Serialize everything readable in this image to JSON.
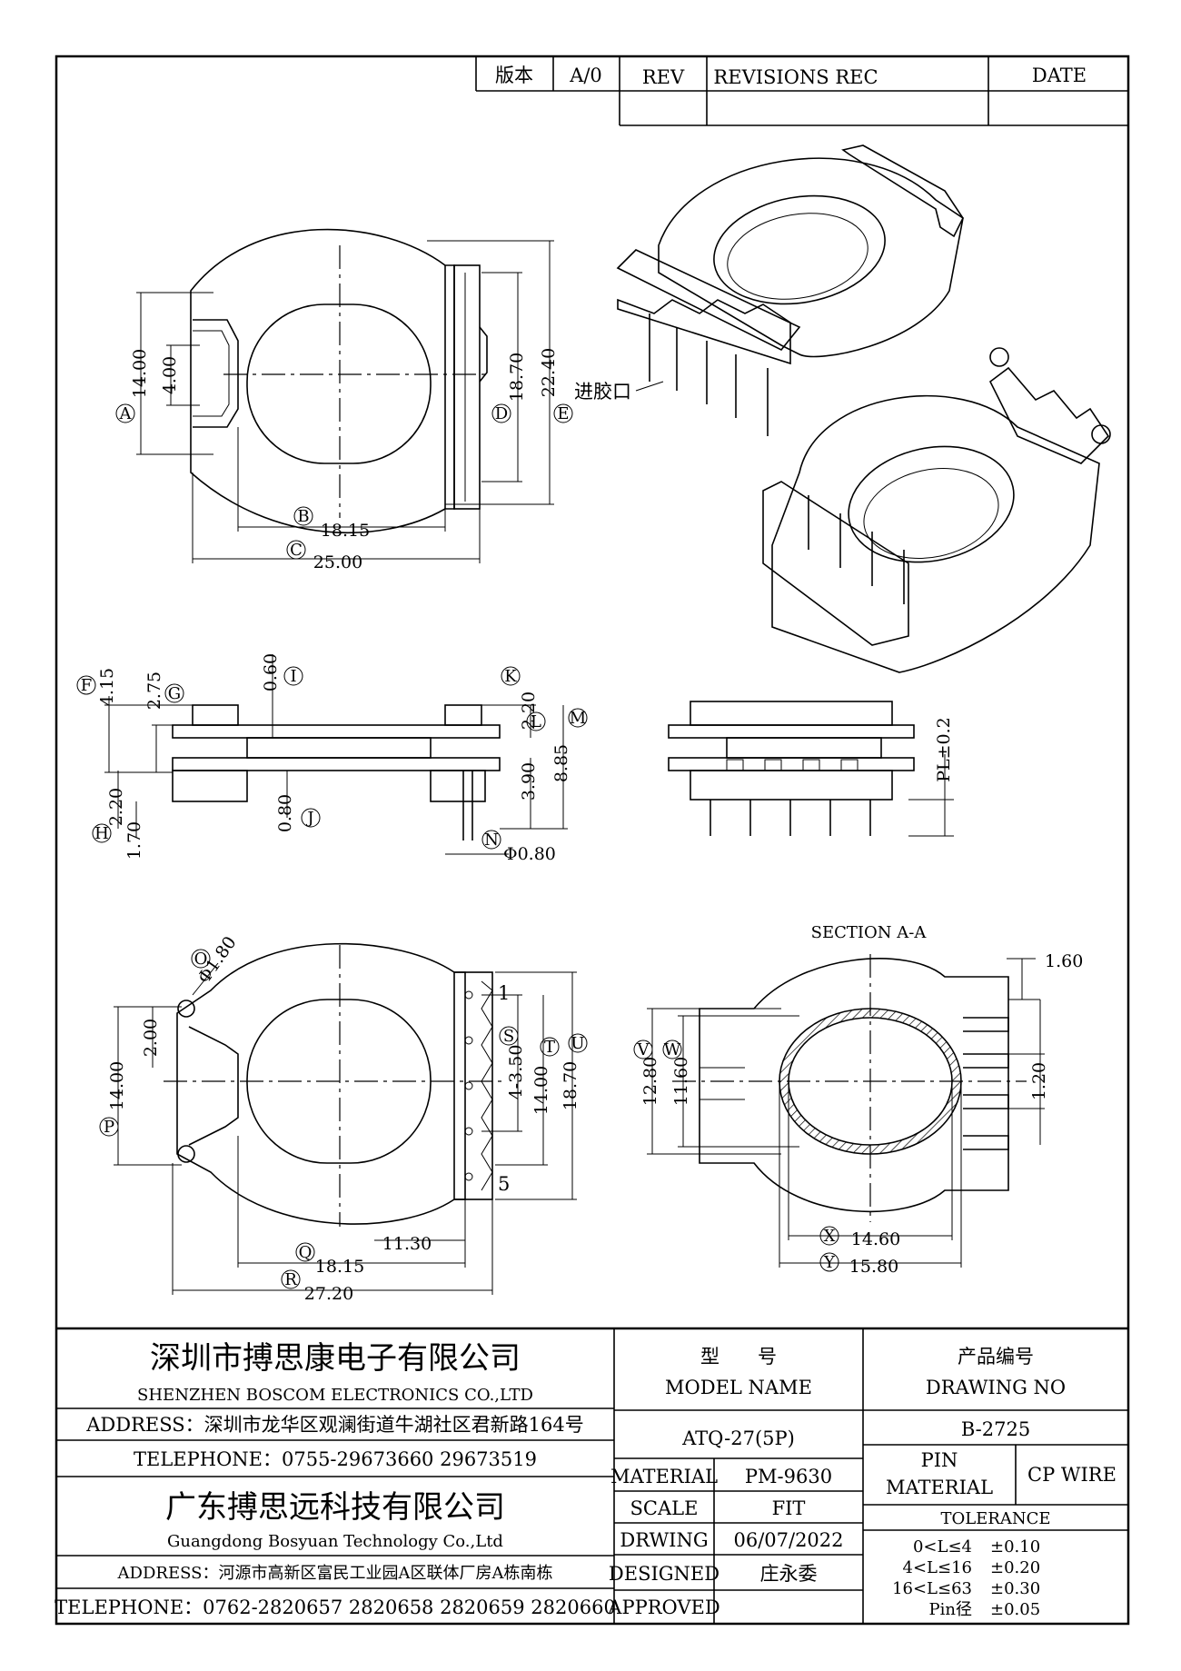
{
  "revision_table": {
    "version_label": "版本",
    "version_value": "A/0",
    "rev_label": "REV",
    "revisions_label": "REVISIONS REC",
    "date_label": "DATE"
  },
  "dimensions": {
    "top_view": {
      "A": "14.00",
      "A_sub": "4.00",
      "B": "18.15",
      "C": "25.00",
      "D": "18.70",
      "E": "22.40"
    },
    "side_view": {
      "F": "4.15",
      "G": "2.75",
      "I": "0.60",
      "K": "2.20",
      "L_M_1": "8.85",
      "L_M_2": "3.90",
      "H1": "2.20",
      "H2": "1.70",
      "J": "0.80",
      "N": "Φ0.80"
    },
    "front_view": {
      "pl": "PL±0.2"
    },
    "bottom_view": {
      "O": "Φ1.80",
      "P_sub": "2.00",
      "P": "14.00",
      "S": "4-3.50",
      "T": "14.00",
      "U": "18.70",
      "Q_sub": "11.30",
      "Q": "18.15",
      "R": "27.20",
      "pin1": "1",
      "pin5": "5"
    },
    "section": {
      "title": "SECTION A-A",
      "top": "1.60",
      "right": "1.20",
      "V": "12.80",
      "W": "11.60",
      "X": "14.60",
      "Y": "15.80"
    }
  },
  "labels": {
    "gate": "进胶口",
    "letters": [
      "A",
      "B",
      "C",
      "D",
      "E",
      "F",
      "G",
      "H",
      "I",
      "J",
      "K",
      "L",
      "M",
      "N",
      "O",
      "P",
      "Q",
      "R",
      "S",
      "T",
      "U",
      "V",
      "W",
      "X",
      "Y"
    ]
  },
  "title_block": {
    "company1_cn": "深圳市搏思康电子有限公司",
    "company1_en": "SHENZHEN BOSCOM ELECTRONICS CO.,LTD",
    "address1": "ADDRESS：深圳市龙华区观澜街道牛湖社区君新路164号",
    "telephone1": "TELEPHONE：0755-29673660 29673519",
    "company2_cn": "广东搏思远科技有限公司",
    "company2_en": "Guangdong Bosyuan Technology Co.,Ltd",
    "address2": "ADDRESS：河源市高新区富民工业园A区联体厂房A栋南栋",
    "telephone2": "TELEPHONE：0762-2820657 2820658 2820659 2820660",
    "model_cn": "型　　号",
    "model_en": "MODEL NAME",
    "model_value": "ATQ-27(5P)",
    "drawing_cn": "产品编号",
    "drawing_en": "DRAWING NO",
    "drawing_value": "B-2725",
    "material_label": "MATERIAL",
    "material_value": "PM-9630",
    "scale_label": "SCALE",
    "scale_value": "FIT",
    "drwing_label": "DRWING",
    "drwing_value": "06/07/2022",
    "designed_label": "DESIGNED",
    "designed_value": "庄永委",
    "approved_label": "APPROVED",
    "approved_value": "",
    "pin_label_1": "PIN",
    "pin_label_2": "MATERIAL",
    "pin_value": "CP WIRE",
    "tolerance_label": "TOLERANCE",
    "tolerances": [
      {
        "range": "0<L≤4",
        "value": "±0.10"
      },
      {
        "range": "4<L≤16",
        "value": "±0.20"
      },
      {
        "range": "16<L≤63",
        "value": "±0.30"
      },
      {
        "range": "Pin径",
        "value": "±0.05"
      }
    ]
  }
}
